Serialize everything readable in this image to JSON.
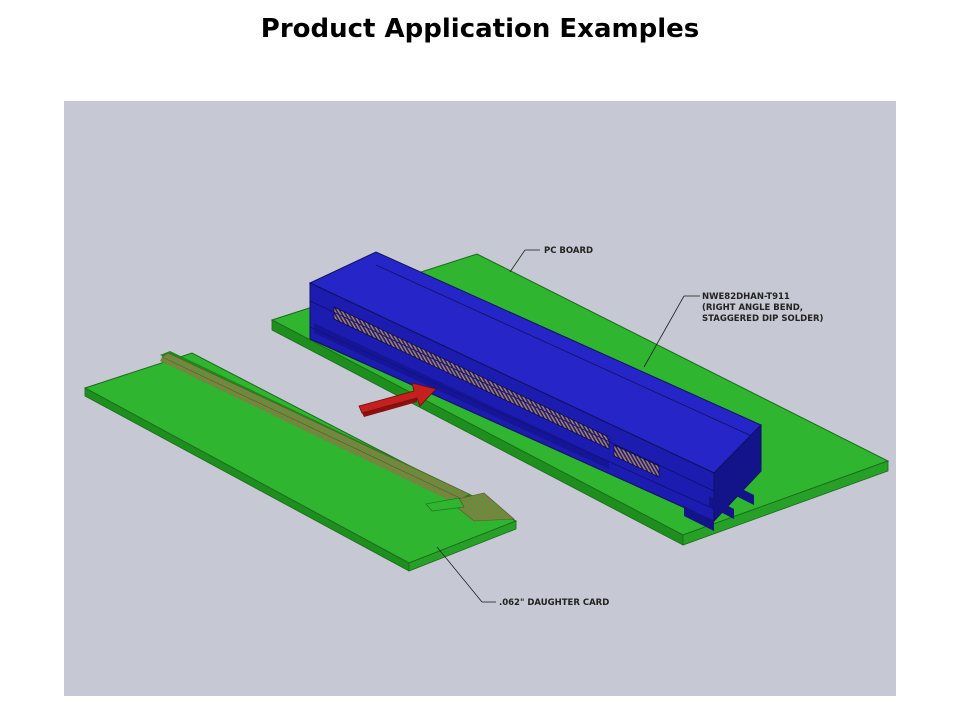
{
  "title": "Product Application Examples",
  "callouts": {
    "pc_board": "PC BOARD",
    "connector_line1": "NWE82DHAN-T911",
    "connector_line2": "(RIGHT ANGLE BEND,",
    "connector_line3": "STAGGERED DIP SOLDER)",
    "daughter_card": ".062\" DAUGHTER CARD"
  },
  "colors": {
    "background": "#c6c9d3",
    "board_green": "#2fb52f",
    "connector_blue": "#1f1fc8",
    "contacts_brown": "#8a6a3a",
    "arrow_red": "#c42020"
  }
}
